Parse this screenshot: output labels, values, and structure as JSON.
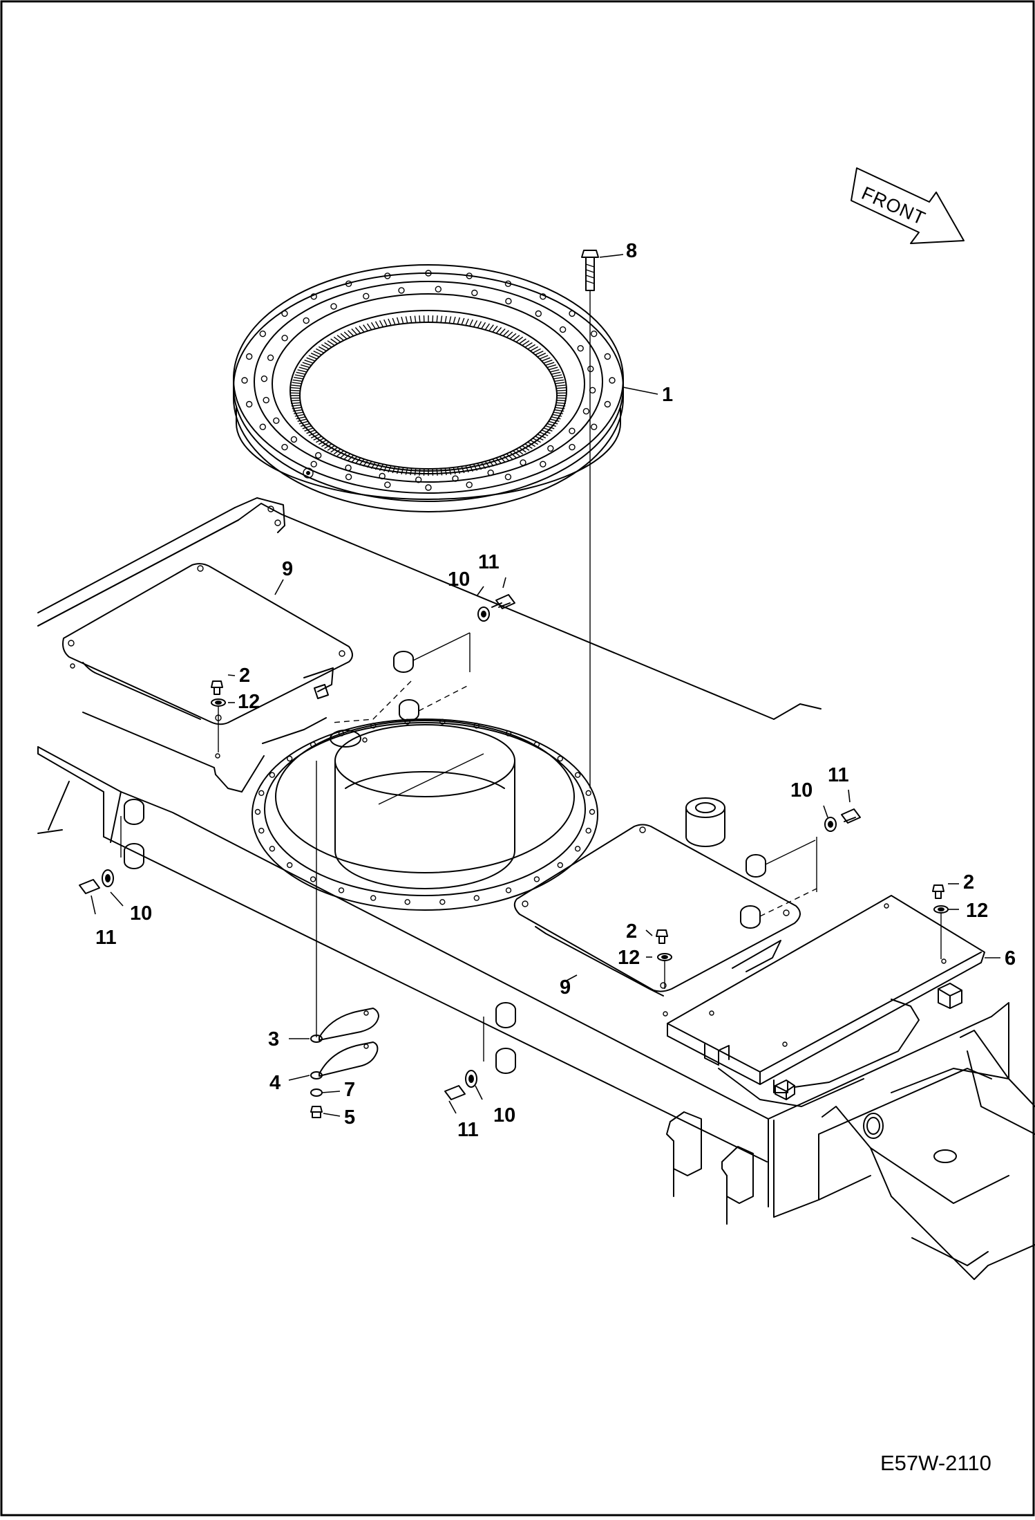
{
  "drawing": {
    "id_label": "E57W-2110",
    "orientation_label": "FRONT"
  },
  "callouts": {
    "c1": "1",
    "c8": "8",
    "c9_left": "9",
    "c2_left": "2",
    "c12_left": "12",
    "c11_top": "11",
    "c10_top": "10",
    "c11_right": "11",
    "c10_right": "10",
    "c11_lower_left": "11",
    "c10_lower_left": "10",
    "c2_right": "2",
    "c12_right": "12",
    "c6": "6",
    "c2_center": "2",
    "c12_center": "12",
    "c9_center": "9",
    "c3": "3",
    "c4": "4",
    "c7": "7",
    "c5": "5",
    "c11_bottom": "11",
    "c10_bottom": "10"
  }
}
